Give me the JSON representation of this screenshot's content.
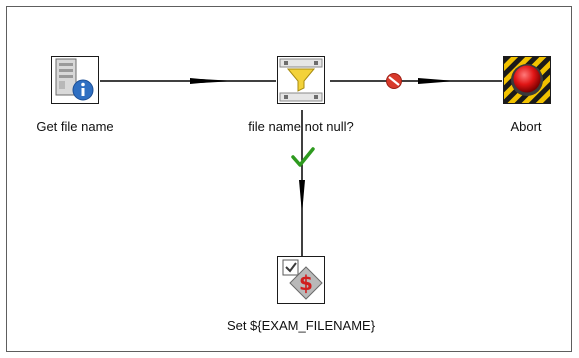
{
  "steps": {
    "get_file_name": {
      "label": "Get file name",
      "icon": "info-server-icon"
    },
    "file_name_not_null": {
      "label": "file name not null?",
      "icon": "filter-funnel-icon"
    },
    "abort": {
      "label": "Abort",
      "icon": "abort-red-button-icon"
    },
    "set_exam_filename": {
      "label": "Set ${EXAM_FILENAME}",
      "icon": "set-variable-dollar-icon"
    }
  },
  "hops": [
    {
      "from": "Get file name",
      "to": "file name not null?",
      "type": "unconditional"
    },
    {
      "from": "file name not null?",
      "to": "Abort",
      "type": "false",
      "icon": "stop-sign-icon"
    },
    {
      "from": "file name not null?",
      "to": "Set ${EXAM_FILENAME}",
      "type": "true",
      "icon": "green-check-icon"
    }
  ],
  "colors": {
    "hop_line": "#000000",
    "true_check": "#2e9a1f",
    "false_stop": "#d83a2b",
    "abort_red": "#e01515",
    "hazard_yellow": "#f2c200"
  }
}
